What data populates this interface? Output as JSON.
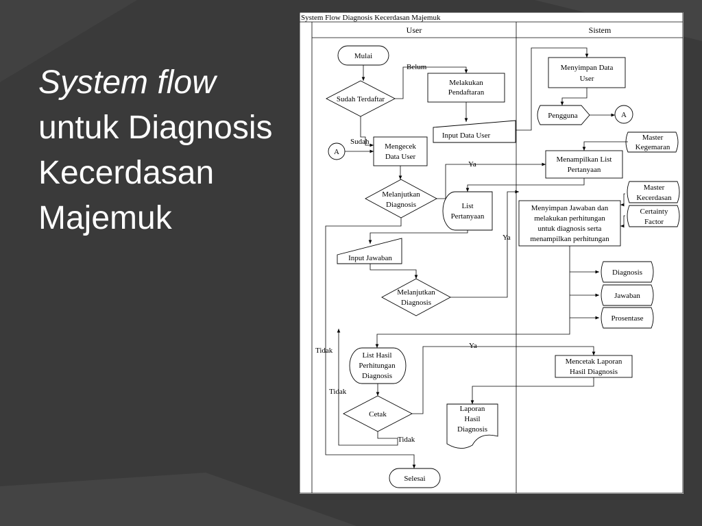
{
  "slide": {
    "title_lines": [
      "System flow",
      "untuk Diagnosis",
      "Kecerdasan",
      "Majemuk"
    ]
  },
  "diagram": {
    "title": "System Flow Diagnosis Kecerdasan Majemuk",
    "lanes": {
      "user": "User",
      "system": "Sistem"
    },
    "nodes": {
      "start": "Mulai",
      "registered_q": "Sudah Terdaftar",
      "register_l1": "Melakukan",
      "register_l2": "Pendaftaran",
      "input_user": "Input Data User",
      "check_user_l1": "Mengecek",
      "check_user_l2": "Data User",
      "connector_a": "A",
      "continue_q1_l1": "Melanjutkan",
      "continue_q1_l2": "Diagnosis",
      "question_list_l1": "List",
      "question_list_l2": "Pertanyaan",
      "input_answer": "Input Jawaban",
      "continue_q2_l1": "Melanjutkan",
      "continue_q2_l2": "Diagnosis",
      "result_list_l1": "List Hasil",
      "result_list_l2": "Perhitungan",
      "result_list_l3": "Diagnosis",
      "print_q": "Cetak",
      "report_l1": "Laporan",
      "report_l2": "Hasil",
      "report_l3": "Diagnosis",
      "end": "Selesai",
      "save_user_l1": "Menyimpan Data",
      "save_user_l2": "User",
      "user_store": "Pengguna",
      "connector_a2": "A",
      "master_talent_l1": "Master",
      "master_talent_l2": "Kegemaran",
      "show_questions_l1": "Menampilkan List",
      "show_questions_l2": "Pertanyaan",
      "master_intel_l1": "Master",
      "master_intel_l2": "Kecerdasan",
      "certainty_l1": "Certainty",
      "certainty_l2": "Factor",
      "save_answers_l1": "Menyimpan Jawaban dan",
      "save_answers_l2": "melakukan perhitungan",
      "save_answers_l3": "untuk diagnosis serta",
      "save_answers_l4": "menampilkan perhitungan",
      "store_diagnosis": "Diagnosis",
      "store_answers": "Jawaban",
      "store_percent": "Prosentase",
      "print_report_l1": "Mencetak Laporan",
      "print_report_l2": "Hasil Diagnosis"
    },
    "edge_labels": {
      "belum": "Belum",
      "sudah": "Sudah",
      "ya1": "Ya",
      "ya2": "Ya",
      "ya3": "Ya",
      "tidak1": "Tidak",
      "tidak2": "Tidak",
      "tidak3": "Tidak"
    }
  },
  "colors": {
    "background": "#3a3a3a",
    "panel": "#ffffff",
    "title_text": "#ffffff",
    "stroke": "#000000"
  }
}
